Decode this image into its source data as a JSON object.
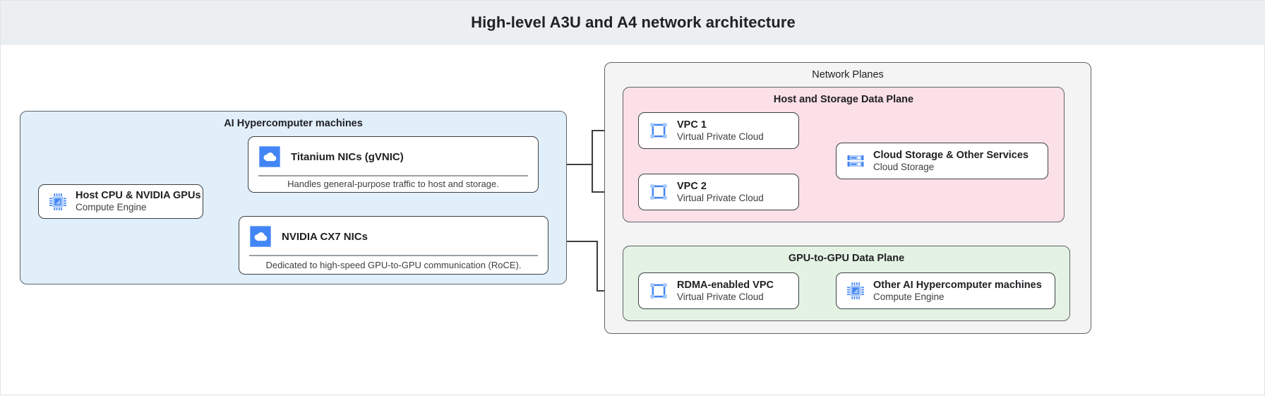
{
  "header": {
    "title": "High-level A3U and A4 network architecture"
  },
  "groups": {
    "ai_machines": {
      "label": "AI Hypercomputer machines"
    },
    "network_planes": {
      "label": "Network Planes"
    },
    "host_storage_plane": {
      "label": "Host and Storage Data Plane"
    },
    "gpu_plane": {
      "label": "GPU-to-GPU Data Plane"
    }
  },
  "nodes": {
    "host_cpu": {
      "title": "Host CPU & NVIDIA GPUs",
      "subtitle": "Compute Engine",
      "icon": "cpu-chip-icon"
    },
    "titanium_nics": {
      "title": "Titanium NICs (gVNIC)",
      "description": "Handles general-purpose traffic to host and storage.",
      "icon": "cloud-icon"
    },
    "cx7_nics": {
      "title": "NVIDIA CX7 NICs",
      "description": "Dedicated to high-speed GPU-to-GPU communication (RoCE).",
      "icon": "cloud-icon"
    },
    "vpc1": {
      "title": "VPC 1",
      "subtitle": "Virtual Private Cloud",
      "icon": "vpc-icon"
    },
    "vpc2": {
      "title": "VPC 2",
      "subtitle": "Virtual Private Cloud",
      "icon": "vpc-icon"
    },
    "cloud_storage": {
      "title": "Cloud Storage & Other Services",
      "subtitle": "Cloud Storage",
      "icon": "cloud-storage-icon"
    },
    "rdma_vpc": {
      "title": "RDMA-enabled VPC",
      "subtitle": "Virtual Private Cloud",
      "icon": "vpc-icon"
    },
    "other_machines": {
      "title": "Other AI Hypercomputer machines",
      "subtitle": "Compute Engine",
      "icon": "cpu-chip-icon"
    }
  },
  "colors": {
    "title_bar": "#eceff1",
    "ai_machines_bg": "#e1effb",
    "network_planes_bg": "#f4f4f4",
    "host_storage_bg": "#fbe0e7",
    "gpu_plane_bg": "#e4f2e4",
    "icon_blue": "#4285f4",
    "icon_blue_light": "#a6c8fa",
    "border": "#3c4043",
    "connector": "#3c4043"
  }
}
